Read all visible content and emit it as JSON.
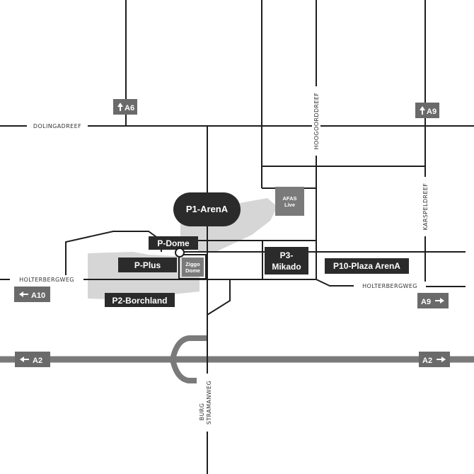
{
  "colors": {
    "road": "#1e1e1e",
    "highway": "#7a7a7a",
    "parking_box": "#2b2b2b",
    "area_fill": "#d6d6d6",
    "sign_fill": "#6a6a6a",
    "venue_fill": "#7a7a7a"
  },
  "streets": {
    "dolingadreef": "DOLINGADREEF",
    "hoogoorddreef": "HOOGOORDDREEF",
    "karspeldreef": "KARSPELDREEF",
    "holterbergweg_west": "HOLTERBERGWEG",
    "holterbergweg_east": "HOLTERBERGWEG",
    "burg_line1": "BURG",
    "burg_line2": "STRAMANWEG"
  },
  "highway_signs": {
    "a6": "A6",
    "a9_top": "A9",
    "a10": "A10",
    "a9_bottom": "A9",
    "a2_west": "A2",
    "a2_east": "A2"
  },
  "parking": {
    "p1": "P1-ArenA",
    "p_dome": "P-Dome",
    "p_plus": "P-Plus",
    "p2": "P2-Borchland",
    "p3_line1": "P3-",
    "p3_line2": "Mikado",
    "p10": "P10-Plaza ArenA"
  },
  "venues": {
    "afas_line1": "AFAS",
    "afas_line2": "Live",
    "ziggo_line1": "Ziggo",
    "ziggo_line2": "Dome"
  }
}
